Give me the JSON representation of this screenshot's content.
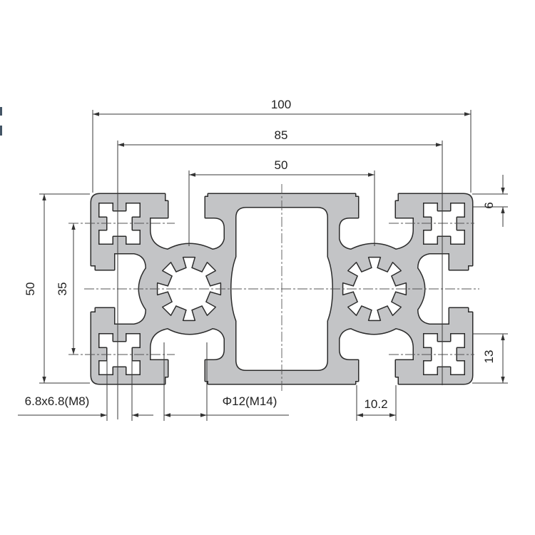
{
  "drawing": {
    "title": "Aluminum extrusion profile cross-section",
    "dimensions": {
      "overall_width": "100",
      "slot_center_width": "85",
      "boss_center_width": "50",
      "overall_height": "50",
      "slot_center_height": "35",
      "flange_thickness": "6",
      "slot_depth": "13",
      "slot_size": "6.8x6.8(M8)",
      "bore": "Φ12(M14)",
      "slot_opening": "10.2"
    },
    "colors": {
      "profile_fill": "#c3c4c6",
      "outline": "#2b2b2b",
      "background": "#ffffff"
    }
  }
}
